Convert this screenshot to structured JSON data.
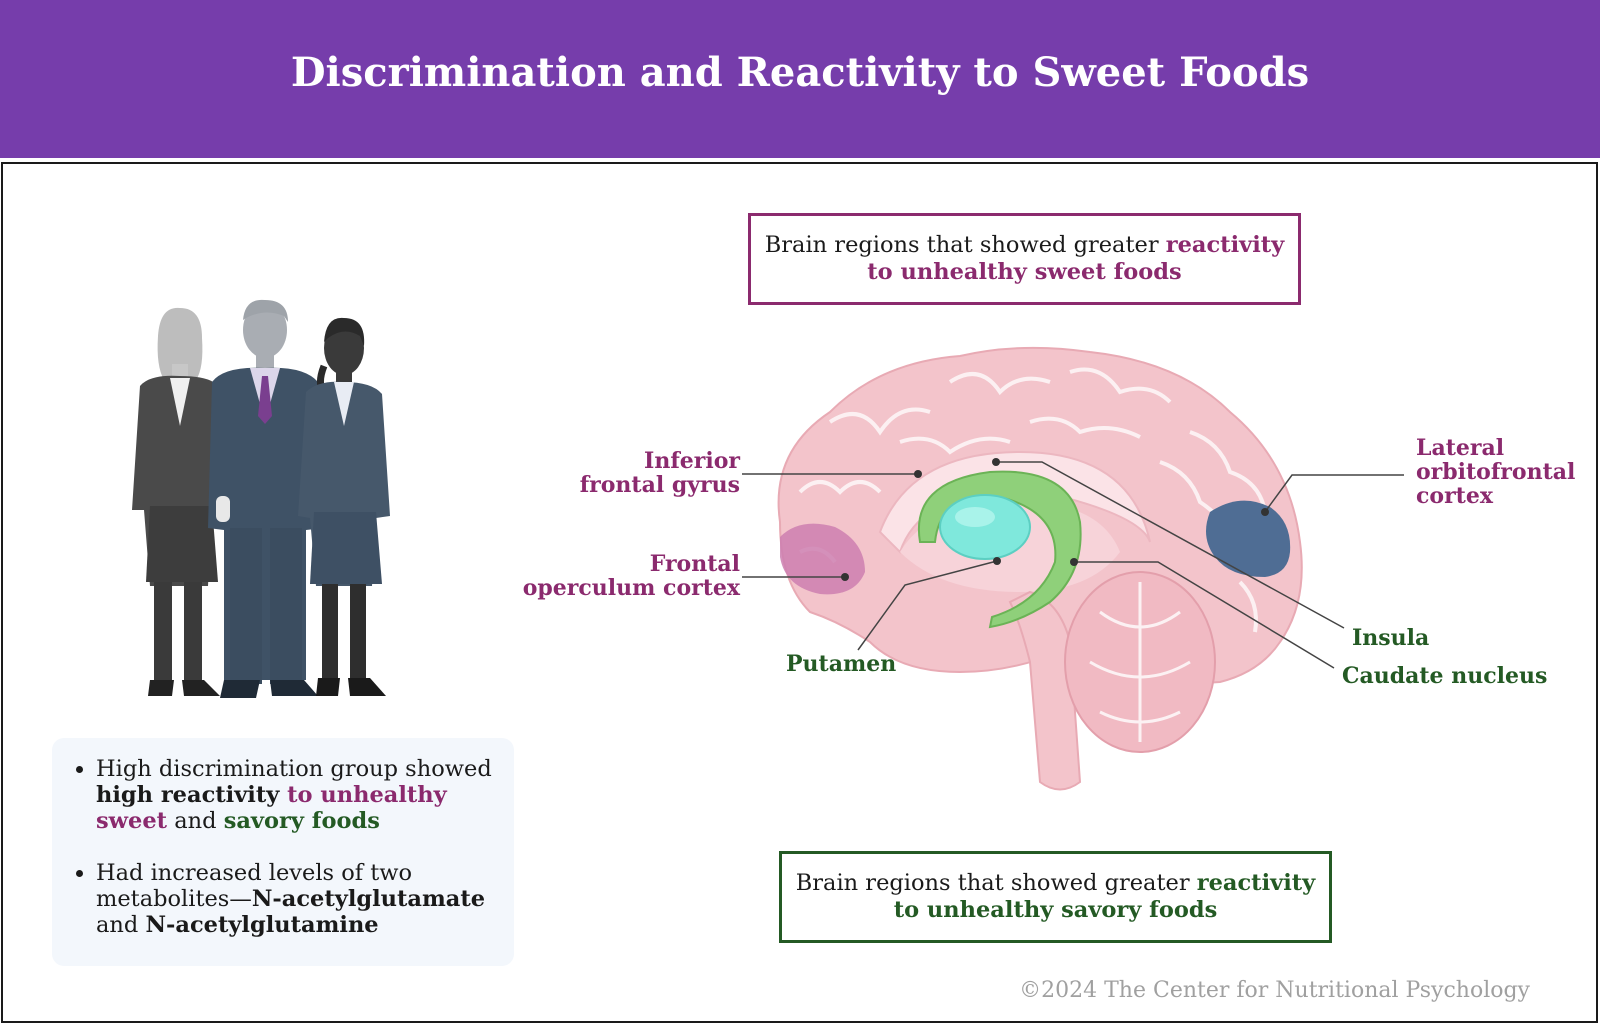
{
  "title": "Discrimination and Reactivity to Sweet Foods",
  "sweet_box": {
    "plain": "Brain regions that showed greater ",
    "highlight_line1": "reactivity",
    "highlight_line2": "to unhealthy sweet foods"
  },
  "savory_box": {
    "plain": "Brain regions that showed greater ",
    "highlight_line1": "reactivity",
    "highlight_line2": "to unhealthy savory foods"
  },
  "labels": {
    "inferior_frontal_gyrus_1": "Inferior",
    "inferior_frontal_gyrus_2": "frontal gyrus",
    "frontal_operculum_1": "Frontal",
    "frontal_operculum_2": "operculum cortex",
    "putamen": "Putamen",
    "lateral_ofc_1": "Lateral",
    "lateral_ofc_2": "orbitofrontal",
    "lateral_ofc_3": "cortex",
    "insula": "Insula",
    "caudate": "Caudate nucleus"
  },
  "bullets": {
    "b1_pre": "High discrimination group showed ",
    "b1_bold": "high reactivity",
    "b1_sweet": " to unhealthy sweet",
    "b1_and": " and ",
    "b1_savory": "savory foods",
    "b2_pre": "Had increased levels of two metabolites—",
    "b2_bold1": "N-acetylglutamate",
    "b2_and": " and ",
    "b2_bold2": "N-acetylglutamine"
  },
  "copyright": "©2024 The Center for Nutritional Psychology",
  "colors": {
    "header": "#763dab",
    "sweet": "#8b2a6e",
    "savory": "#245a24",
    "brain_pink": "#f3c4cb",
    "caudate_green": "#8fd07a",
    "putamen_cyan": "#7fe8dc",
    "ofc_blue": "#4f6d94",
    "operculum_magenta": "#cc7fb0"
  }
}
